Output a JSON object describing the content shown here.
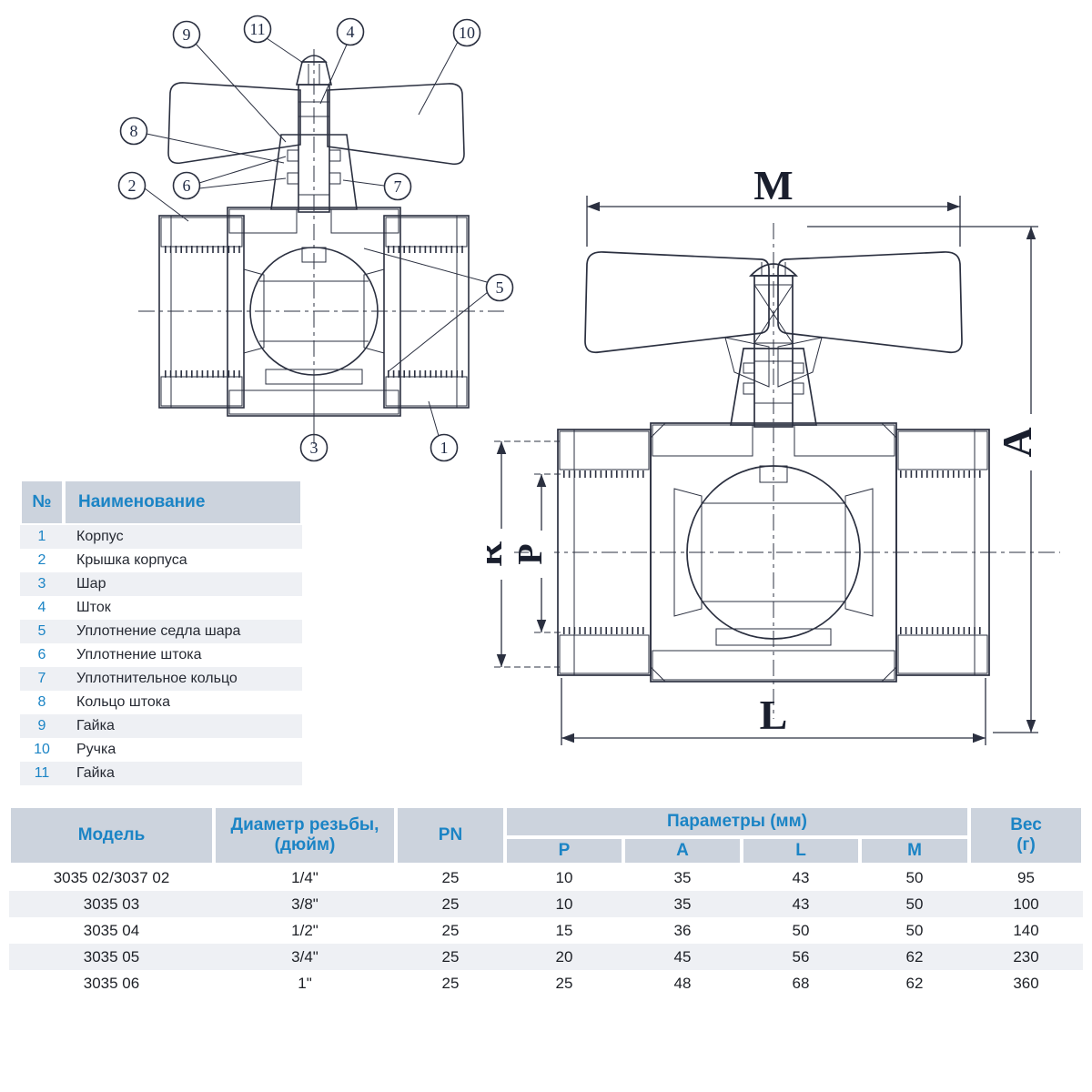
{
  "parts_table": {
    "headers": {
      "num": "№",
      "name": "Наименование"
    },
    "rows": [
      {
        "num": "1",
        "name": "Корпус"
      },
      {
        "num": "2",
        "name": "Крышка корпуса"
      },
      {
        "num": "3",
        "name": "Шар"
      },
      {
        "num": "4",
        "name": "Шток"
      },
      {
        "num": "5",
        "name": "Уплотнение седла шара"
      },
      {
        "num": "6",
        "name": "Уплотнение штока"
      },
      {
        "num": "7",
        "name": "Уплотнительное кольцо"
      },
      {
        "num": "8",
        "name": "Кольцо штока"
      },
      {
        "num": "9",
        "name": "Гайка"
      },
      {
        "num": "10",
        "name": "Ручка"
      },
      {
        "num": "11",
        "name": "Гайка"
      }
    ]
  },
  "spec_table": {
    "headers": {
      "model": "Модель",
      "diameter": "Диаметр резьбы, (дюйм)",
      "pn": "PN",
      "params": "Параметры (мм)",
      "p": "P",
      "a": "A",
      "l": "L",
      "m": "M",
      "weight": "Вес (г)"
    },
    "rows": [
      {
        "model": "3035 02/3037 02",
        "diameter": "1/4\"",
        "pn": "25",
        "p": "10",
        "a": "35",
        "l": "43",
        "m": "50",
        "weight": "95"
      },
      {
        "model": "3035 03",
        "diameter": "3/8\"",
        "pn": "25",
        "p": "10",
        "a": "35",
        "l": "43",
        "m": "50",
        "weight": "100"
      },
      {
        "model": "3035 04",
        "diameter": "1/2\"",
        "pn": "25",
        "p": "15",
        "a": "36",
        "l": "50",
        "m": "50",
        "weight": "140"
      },
      {
        "model": "3035 05",
        "diameter": "3/4\"",
        "pn": "25",
        "p": "20",
        "a": "45",
        "l": "56",
        "m": "62",
        "weight": "230"
      },
      {
        "model": "3035 06",
        "diameter": "1\"",
        "pn": "25",
        "p": "25",
        "a": "48",
        "l": "68",
        "m": "62",
        "weight": "360"
      }
    ]
  },
  "diagram": {
    "callouts": {
      "c1": "1",
      "c2": "2",
      "c3": "3",
      "c4": "4",
      "c5": "5",
      "c6": "6",
      "c7": "7",
      "c8": "8",
      "c9": "9",
      "c10": "10",
      "c11": "11"
    },
    "dimensions": {
      "m": "M",
      "a": "A",
      "r": "R",
      "p": "P",
      "l": "L"
    }
  },
  "colors": {
    "header_bg": "#ccd3dd",
    "accent_blue": "#1b84c5",
    "row_stripe": "#eef0f4",
    "drawing_line": "#2b3040",
    "text": "#1d2026"
  }
}
